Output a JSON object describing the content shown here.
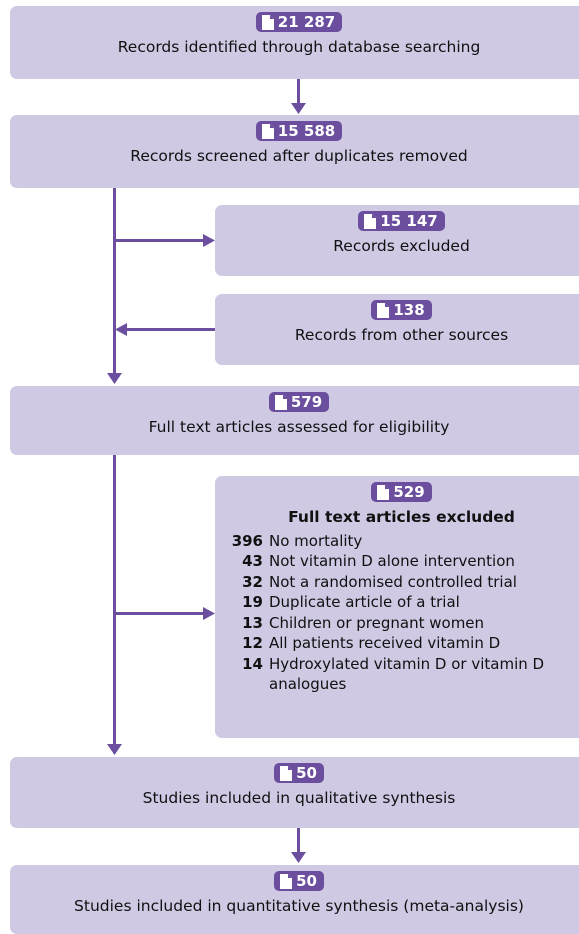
{
  "accent_color": "#6b4f9e",
  "box_color": "#cfc9e4",
  "icon": "document-icon",
  "nodes": {
    "identified": {
      "count": "21 287",
      "label": "Records identified through database searching"
    },
    "screened": {
      "count": "15 588",
      "label": "Records screened after duplicates removed"
    },
    "excluded": {
      "count": "15 147",
      "label": "Records excluded"
    },
    "other": {
      "count": "138",
      "label": "Records from other sources"
    },
    "assessed": {
      "count": "579",
      "label": "Full text articles assessed for eligibility"
    },
    "ft_excluded": {
      "count": "529",
      "label": "Full text articles excluded",
      "reasons": [
        {
          "n": "396",
          "text": "No mortality"
        },
        {
          "n": "43",
          "text": "Not vitamin D alone intervention"
        },
        {
          "n": "32",
          "text": "Not a randomised controlled trial"
        },
        {
          "n": "19",
          "text": "Duplicate article of a trial"
        },
        {
          "n": "13",
          "text": "Children or pregnant women"
        },
        {
          "n": "12",
          "text": "All patients received vitamin D"
        },
        {
          "n": "14",
          "text": "Hydroxylated vitamin D or vitamin D analogues"
        }
      ]
    },
    "qualitative": {
      "count": "50",
      "label": "Studies included in qualitative synthesis"
    },
    "quantitative": {
      "count": "50",
      "label": "Studies included in quantitative synthesis (meta-analysis)"
    }
  }
}
